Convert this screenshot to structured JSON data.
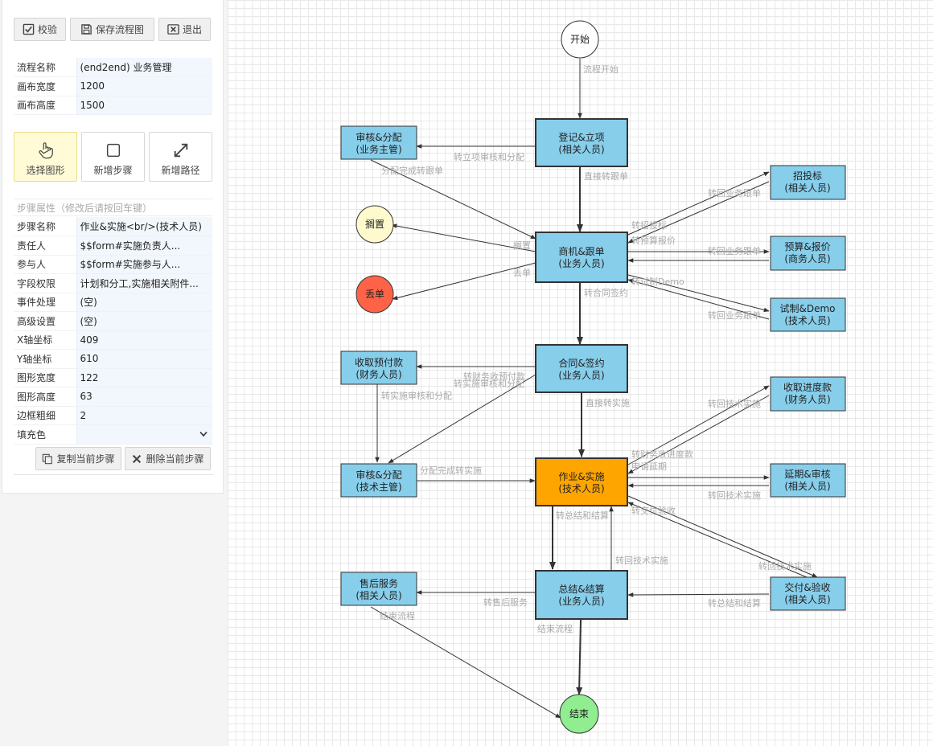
{
  "toolbar": {
    "validate_label": "校验",
    "save_label": "保存流程图",
    "exit_label": "退出"
  },
  "flow_info": [
    {
      "key": "流程名称",
      "value": "(end2end) 业务管理"
    },
    {
      "key": "画布宽度",
      "value": "1200"
    },
    {
      "key": "画布高度",
      "value": "1500"
    }
  ],
  "tools": {
    "select_label": "选择图形",
    "add_step_label": "新增步骤",
    "add_path_label": "新增路径",
    "active": "select"
  },
  "step_props": {
    "title": "步骤属性（修改后请按回车键）",
    "rows": [
      {
        "key": "步骤名称",
        "value": "作业&实施<br/>(技术人员)"
      },
      {
        "key": "责任人",
        "value": "$$form#实施负责人..."
      },
      {
        "key": "参与人",
        "value": "$$form#实施参与人..."
      },
      {
        "key": "字段权限",
        "value": "计划和分工,实施相关附件..."
      },
      {
        "key": "事件处理",
        "value": "(空)"
      },
      {
        "key": "高级设置",
        "value": "(空)"
      },
      {
        "key": "X轴坐标",
        "value": "409"
      },
      {
        "key": "Y轴坐标",
        "value": "610"
      },
      {
        "key": "图形宽度",
        "value": "122"
      },
      {
        "key": "图形高度",
        "value": "63"
      },
      {
        "key": "边框粗细",
        "value": "2"
      }
    ],
    "fill_label": "填充色",
    "copy_label": "复制当前步骤",
    "delete_label": "删除当前步骤"
  },
  "colors": {
    "step_fill": "#87ceeb",
    "selected_fill": "#ffa500",
    "start_fill": "#ffffff",
    "shelve_fill": "#fffacd",
    "lost_fill": "#ff6347",
    "end_fill": "#90ee90",
    "edge_label": "#aaaaaa"
  },
  "diagram": {
    "nodes": [
      {
        "id": "start",
        "line1": "开始",
        "line2": ""
      },
      {
        "id": "register",
        "line1": "登记&立项",
        "line2": "(相关人员)"
      },
      {
        "id": "review_biz",
        "line1": "审核&分配",
        "line2": "(业务主管)"
      },
      {
        "id": "bid",
        "line1": "招投标",
        "line2": "(相关人员)"
      },
      {
        "id": "shelve",
        "line1": "搁置",
        "line2": ""
      },
      {
        "id": "opportunity",
        "line1": "商机&跟单",
        "line2": "(业务人员)"
      },
      {
        "id": "budget",
        "line1": "预算&报价",
        "line2": "(商务人员)"
      },
      {
        "id": "lost",
        "line1": "丢单",
        "line2": ""
      },
      {
        "id": "trial",
        "line1": "试制&Demo",
        "line2": "(技术人员)"
      },
      {
        "id": "prepay",
        "line1": "收取预付款",
        "line2": "(财务人员)"
      },
      {
        "id": "contract",
        "line1": "合同&签约",
        "line2": "(业务人员)"
      },
      {
        "id": "progress_pay",
        "line1": "收取进度款",
        "line2": "(财务人员)"
      },
      {
        "id": "review_tech",
        "line1": "审核&分配",
        "line2": "(技术主管)"
      },
      {
        "id": "implement",
        "line1": "作业&实施",
        "line2": "(技术人员)"
      },
      {
        "id": "delay",
        "line1": "延期&审核",
        "line2": "(相关人员)"
      },
      {
        "id": "aftersales",
        "line1": "售后服务",
        "line2": "(相关人员)"
      },
      {
        "id": "summary",
        "line1": "总结&结算",
        "line2": "(业务人员)"
      },
      {
        "id": "delivery",
        "line1": "交付&验收",
        "line2": "(相关人员)"
      },
      {
        "id": "end",
        "line1": "结束",
        "line2": ""
      }
    ],
    "edge_labels": [
      "流程开始",
      "转立项审核和分配",
      "分配完成转跟单",
      "直接转跟单",
      "转招投标",
      "转回业务跟单",
      "转预算报价",
      "转回业务跟单",
      "转试制Demo",
      "转回业务跟单",
      "搁置",
      "丢单",
      "转合同签约",
      "转财务收预付款",
      "转实施审核和分配",
      "转实施审核和分配",
      "直接转实施",
      "分配完成转实施",
      "转财务收进度款",
      "转回技术实施",
      "申请延期",
      "转回技术实施",
      "转交付验收",
      "转回技术实施",
      "转总结和结算",
      "转回技术实施",
      "转总结和结算",
      "转售后服务",
      "结束流程",
      "结束流程"
    ]
  }
}
